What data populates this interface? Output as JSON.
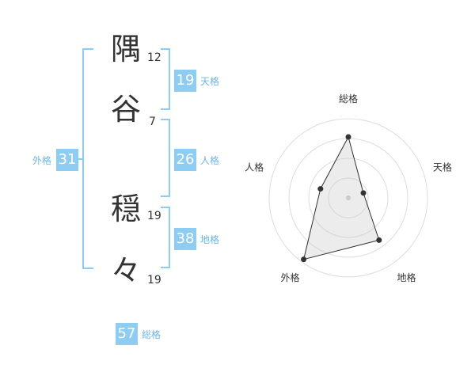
{
  "colors": {
    "accent": "#8ecdf3",
    "accent_text": "#6cb6e8",
    "text": "#333333"
  },
  "name_chars": [
    {
      "char": "隅",
      "strokes": "12"
    },
    {
      "char": "谷",
      "strokes": "7"
    },
    {
      "char": "穏",
      "strokes": "19"
    },
    {
      "char": "々",
      "strokes": "19"
    }
  ],
  "kaku": {
    "tenkaku": {
      "value": "19",
      "label": "天格"
    },
    "jinkaku": {
      "value": "26",
      "label": "人格"
    },
    "chikaku": {
      "value": "38",
      "label": "地格"
    },
    "gaikaku": {
      "value": "31",
      "label": "外格"
    },
    "soukaku": {
      "value": "57",
      "label": "総格"
    }
  },
  "chart_data": {
    "type": "radar",
    "axes": [
      "総格",
      "天格",
      "地格",
      "外格",
      "人格"
    ],
    "max": 5,
    "rings": 4,
    "values": [
      3.85,
      1.0,
      3.3,
      4.8,
      1.85
    ]
  }
}
